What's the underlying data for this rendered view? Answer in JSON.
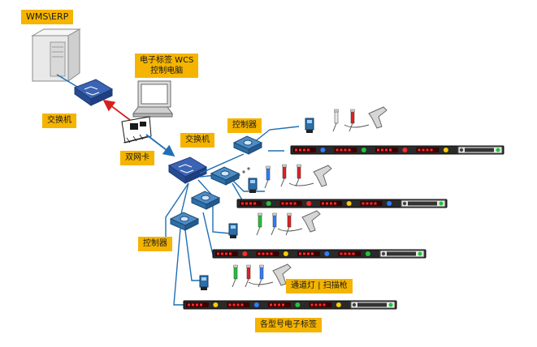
{
  "labels": {
    "wms_erp": "WMS\\ERP",
    "wcs_line1": "电子标签 WCS",
    "wcs_line2": "控制电脑",
    "switch_1": "交换机",
    "nic": "双网卡",
    "switch_2": "交换机",
    "controller_1": "控制器",
    "controller_2": "控制器",
    "light_scanner": "通道灯 | 扫描枪",
    "labels_all": "各型号电子标签"
  },
  "colors": {
    "label_bg": "#f5b400",
    "network_line": "#1f6fb5",
    "arrow_red": "#d62020",
    "device_blue": "#2d6fa6",
    "strip_dark": "#1e1e1e",
    "digit_red": "#ff2a2a"
  },
  "icons": [
    "server-icon",
    "computer-icon",
    "network-card-icon",
    "switch-icon",
    "controller-icon",
    "scanner-icon",
    "signal-light-icon",
    "display-panel-icon",
    "label-strip-icon"
  ]
}
